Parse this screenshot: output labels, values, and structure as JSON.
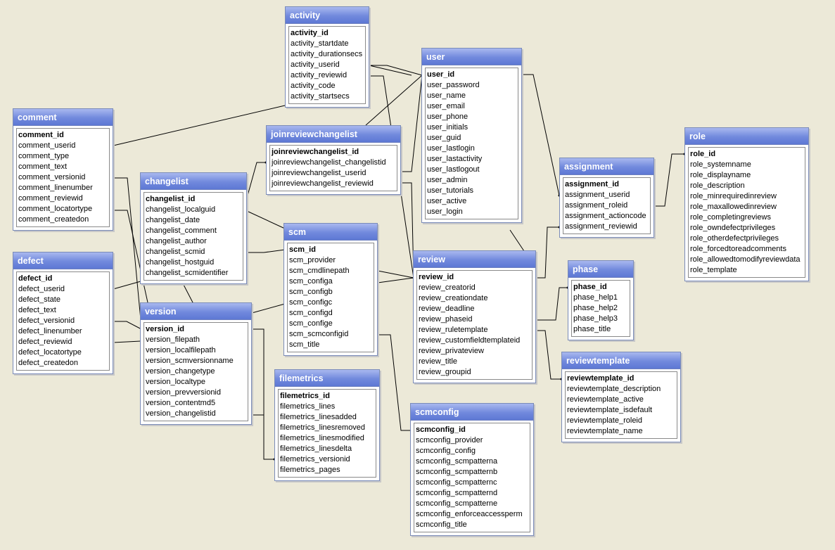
{
  "tables": {
    "activity": {
      "title": "activity",
      "fields": [
        "activity_id",
        "activity_startdate",
        "activity_durationsecs",
        "activity_userid",
        "activity_reviewid",
        "activity_code",
        "activity_startsecs"
      ]
    },
    "user": {
      "title": "user",
      "fields": [
        "user_id",
        "user_password",
        "user_name",
        "user_email",
        "user_phone",
        "user_initials",
        "user_guid",
        "user_lastlogin",
        "user_lastactivity",
        "user_lastlogout",
        "user_admin",
        "user_tutorials",
        "user_active",
        "user_login"
      ]
    },
    "comment": {
      "title": "comment",
      "fields": [
        "comment_id",
        "comment_userid",
        "comment_type",
        "comment_text",
        "comment_versionid",
        "comment_linenumber",
        "comment_reviewid",
        "comment_locatortype",
        "comment_createdon"
      ]
    },
    "joinreviewchangelist": {
      "title": "joinreviewchangelist",
      "fields": [
        "joinreviewchangelist_id",
        "joinreviewchangelist_changelistid",
        "joinreviewchangelist_userid",
        "joinreviewchangelist_reviewid"
      ]
    },
    "role": {
      "title": "role",
      "fields": [
        "role_id",
        "role_systemname",
        "role_displayname",
        "role_description",
        "role_minrequiredinreview",
        "role_maxallowedinreview",
        "role_completingreviews",
        "role_owndefectprivileges",
        "role_otherdefectprivileges",
        "role_forcedtoreadcomments",
        "role_allowedtomodifyreviewdata",
        "role_template"
      ]
    },
    "assignment": {
      "title": "assignment",
      "fields": [
        "assignment_id",
        "assignment_userid",
        "assignment_roleid",
        "assignment_actioncode",
        "assignment_reviewid"
      ]
    },
    "changelist": {
      "title": "changelist",
      "fields": [
        "changelist_id",
        "changelist_localguid",
        "changelist_date",
        "changelist_comment",
        "changelist_author",
        "changelist_scmid",
        "changelist_hostguid",
        "changelist_scmidentifier"
      ]
    },
    "scm": {
      "title": "scm",
      "fields": [
        "scm_id",
        "scm_provider",
        "scm_cmdlinepath",
        "scm_configa",
        "scm_configb",
        "scm_configc",
        "scm_configd",
        "scm_confige",
        "scm_scmconfigid",
        "scm_title"
      ]
    },
    "defect": {
      "title": "defect",
      "fields": [
        "defect_id",
        "defect_userid",
        "defect_state",
        "defect_text",
        "defect_versionid",
        "defect_linenumber",
        "defect_reviewid",
        "defect_locatortype",
        "defect_createdon"
      ]
    },
    "review": {
      "title": "review",
      "fields": [
        "review_id",
        "review_creatorid",
        "review_creationdate",
        "review_deadline",
        "review_phaseid",
        "review_ruletemplate",
        "review_customfieldtemplateid",
        "review_privateview",
        "review_title",
        "review_groupid"
      ]
    },
    "phase": {
      "title": "phase",
      "fields": [
        "phase_id",
        "phase_help1",
        "phase_help2",
        "phase_help3",
        "phase_title"
      ]
    },
    "version": {
      "title": "version",
      "fields": [
        "version_id",
        "version_filepath",
        "version_localfilepath",
        "version_scmversionname",
        "version_changetype",
        "version_localtype",
        "version_prevversionid",
        "version_contentmd5",
        "version_changelistid"
      ]
    },
    "reviewtemplate": {
      "title": "reviewtemplate",
      "fields": [
        "reviewtemplate_id",
        "reviewtemplate_description",
        "reviewtemplate_active",
        "reviewtemplate_isdefault",
        "reviewtemplate_roleid",
        "reviewtemplate_name"
      ]
    },
    "filemetrics": {
      "title": "filemetrics",
      "fields": [
        "filemetrics_id",
        "filemetrics_lines",
        "filemetrics_linesadded",
        "filemetrics_linesremoved",
        "filemetrics_linesmodified",
        "filemetrics_linesdelta",
        "filemetrics_versionid",
        "filemetrics_pages"
      ]
    },
    "scmconfig": {
      "title": "scmconfig",
      "fields": [
        "scmconfig_id",
        "scmconfig_provider",
        "scmconfig_config",
        "scmconfig_scmpatterna",
        "scmconfig_scmpatternb",
        "scmconfig_scmpatternc",
        "scmconfig_scmpatternd",
        "scmconfig_scmpatterne",
        "scmconfig_enforceaccessperm",
        "scmconfig_title"
      ]
    }
  },
  "colors": {
    "header": "#6f86da",
    "header_text": "#ffffff",
    "background": "#ece9d8",
    "line": "#000000"
  }
}
